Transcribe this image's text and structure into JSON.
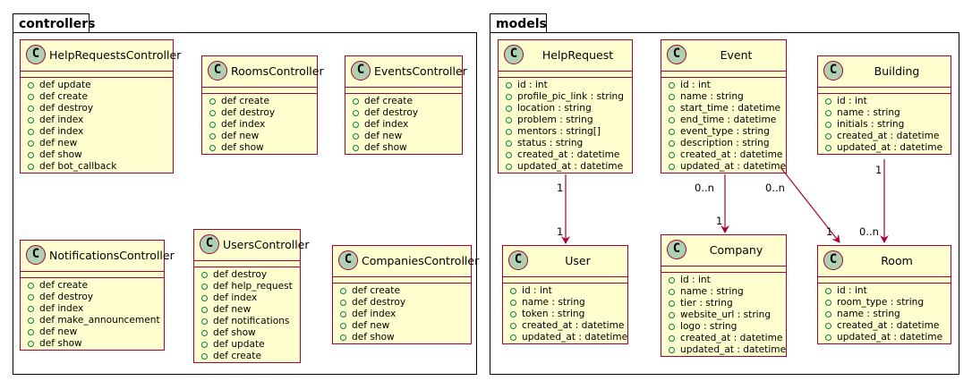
{
  "packages": {
    "controllers": {
      "name": "controllers"
    },
    "models": {
      "name": "models"
    }
  },
  "classes": {
    "help_requests_controller": {
      "icon": "C",
      "name": "HelpRequestsController",
      "members": [
        "def update",
        "def create",
        "def destroy",
        "def index",
        "def index",
        "def new",
        "def show",
        "def bot_callback"
      ]
    },
    "rooms_controller": {
      "icon": "C",
      "name": "RoomsController",
      "members": [
        "def create",
        "def destroy",
        "def index",
        "def new",
        "def show"
      ]
    },
    "events_controller": {
      "icon": "C",
      "name": "EventsController",
      "members": [
        "def create",
        "def destroy",
        "def index",
        "def new",
        "def show"
      ]
    },
    "notifications_controller": {
      "icon": "C",
      "name": "NotificationsController",
      "members": [
        "def create",
        "def destroy",
        "def index",
        "def make_announcement",
        "def new",
        "def show"
      ]
    },
    "users_controller": {
      "icon": "C",
      "name": "UsersController",
      "members": [
        "def destroy",
        "def help_request",
        "def index",
        "def new",
        "def notifications",
        "def show",
        "def update",
        "def create"
      ]
    },
    "companies_controller": {
      "icon": "C",
      "name": "CompaniesController",
      "members": [
        "def create",
        "def destroy",
        "def index",
        "def new",
        "def show"
      ]
    },
    "help_request": {
      "icon": "C",
      "name": "HelpRequest",
      "members": [
        "id : int",
        "profile_pic_link : string",
        "location : string",
        "problem : string",
        "mentors : string[]",
        "status : string",
        "created_at : datetime",
        "updated_at : datetime"
      ]
    },
    "event": {
      "icon": "C",
      "name": "Event",
      "members": [
        "id : int",
        "name : string",
        "start_time : datetime",
        "end_time : datetime",
        "event_type : string",
        "description : string",
        "created_at : datetime",
        "updated_at : datetime"
      ]
    },
    "building": {
      "icon": "C",
      "name": "Building",
      "members": [
        "id : int",
        "name : string",
        "initials : string",
        "created_at : datetime",
        "updated_at : datetime"
      ]
    },
    "user": {
      "icon": "C",
      "name": "User",
      "members": [
        "id : int",
        "name : string",
        "token : string",
        "created_at : datetime",
        "updated_at : datetime"
      ]
    },
    "company": {
      "icon": "C",
      "name": "Company",
      "members": [
        "id : int",
        "name : string",
        "tier : string",
        "website_url : string",
        "logo : string",
        "created_at : datetime",
        "updated_at : datetime"
      ]
    },
    "room": {
      "icon": "C",
      "name": "Room",
      "members": [
        "id : int",
        "room_type : string",
        "name : string",
        "created_at : datetime",
        "updated_at : datetime"
      ]
    }
  },
  "relations": {
    "help_request_user": {
      "source_mult": "1",
      "target_mult": "1"
    },
    "event_company": {
      "source_mult": "0..n",
      "target_mult": "1"
    },
    "event_room": {
      "source_mult": "0..n",
      "target_mult": "1"
    },
    "building_room": {
      "source_mult": "1",
      "target_mult": "0..n"
    }
  },
  "colors": {
    "class_fill": "#fefece",
    "class_border": "#a80036",
    "icon_fill": "#add1b2",
    "arrow": "#a80036",
    "method_marker": "#038048"
  }
}
